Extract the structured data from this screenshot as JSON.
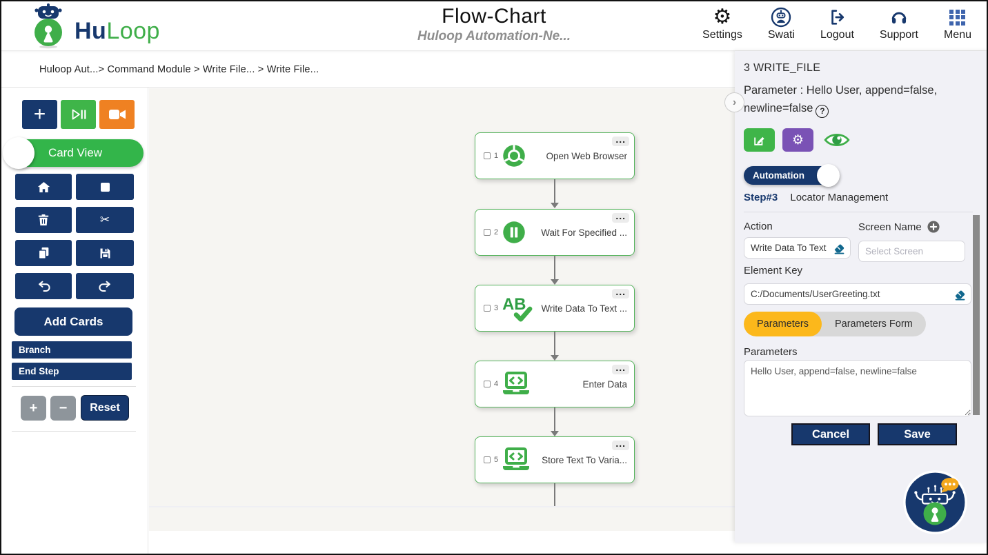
{
  "header": {
    "brand_hu": "Hu",
    "brand_loop": "Loop",
    "title": "Flow-Chart",
    "subtitle": "Huloop Automation-Ne...",
    "nav": [
      {
        "label": "Settings",
        "icon": "gear-icon"
      },
      {
        "label": "Swati",
        "icon": "user-robot-icon"
      },
      {
        "label": "Logout",
        "icon": "logout-icon"
      },
      {
        "label": "Support",
        "icon": "headset-icon"
      },
      {
        "label": "Menu",
        "icon": "grid-menu-icon"
      }
    ]
  },
  "breadcrumb": "Huloop Aut...> Command Module > Write File... > Write File...",
  "sidebar": {
    "card_view_label": "Card View",
    "add_cards_label": "Add Cards",
    "branch_label": "Branch",
    "end_step_label": "End Step",
    "zoom_in_label": "+",
    "zoom_out_label": "−",
    "reset_label": "Reset",
    "tools": [
      "add",
      "play-pause",
      "record",
      "home",
      "stop",
      "delete",
      "cut",
      "copy",
      "save",
      "undo",
      "redo"
    ]
  },
  "flow": {
    "menu_dots": "...",
    "nodes": [
      {
        "index": "1",
        "label": "Open Web Browser",
        "icon": "chrome-icon"
      },
      {
        "index": "2",
        "label": "Wait For Specified ...",
        "icon": "pause-icon"
      },
      {
        "index": "3",
        "label": "Write Data To Text ...",
        "icon": "ab-check-icon"
      },
      {
        "index": "4",
        "label": "Enter Data",
        "icon": "laptop-code-icon"
      },
      {
        "index": "5",
        "label": "Store Text To Varia...",
        "icon": "laptop-code-icon"
      }
    ]
  },
  "panel": {
    "step_title": "3 WRITE_FILE",
    "parameter_summary": "Parameter : Hello User, append=false, newline=false",
    "toggle_label": "Automation",
    "step_label": "Step#3",
    "step_sub": "Locator Management",
    "action_label": "Action",
    "action_value": "Write Data To Text",
    "screen_name_label": "Screen Name",
    "screen_placeholder": "Select Screen",
    "element_key_label": "Element Key",
    "element_key_value": "C:/Documents/UserGreeting.txt",
    "tab_parameters": "Parameters",
    "tab_parameters_form": "Parameters Form",
    "parameters_label": "Parameters",
    "parameters_value": "Hello User, append=false, newline=false",
    "cancel_label": "Cancel",
    "save_label": "Save"
  },
  "colors": {
    "navy": "#17386d",
    "green": "#3fb549",
    "orange": "#ef8122",
    "yellow": "#fcb81b",
    "purple": "#7a52b5",
    "teal": "#11688e"
  }
}
